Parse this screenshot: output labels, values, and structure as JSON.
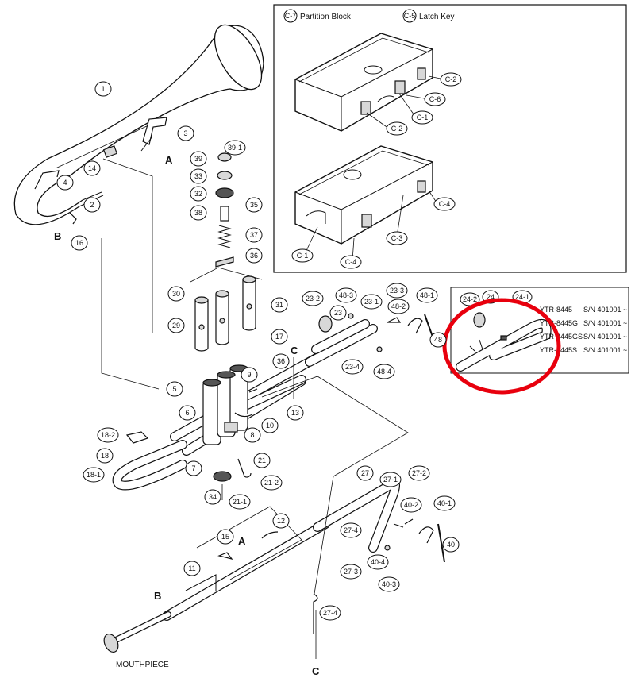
{
  "inset_case": {
    "header_left": "Partition Block",
    "header_left_code": "C-7",
    "header_right": "Latch Key",
    "header_right_code": "C-5",
    "labels": [
      "C-2",
      "C-6",
      "C-1",
      "C-2",
      "C-4",
      "C-3",
      "C-1",
      "C-4"
    ]
  },
  "inset_models": {
    "labels": [
      "24-2",
      "24",
      "24-1"
    ],
    "rows": [
      {
        "model": "YTR-8445",
        "serial": "S/N 401001 ~"
      },
      {
        "model": "YTR-8445G",
        "serial": "S/N 401001 ~"
      },
      {
        "model": "YTR-8445GS",
        "serial": "S/N 401001 ~"
      },
      {
        "model": "YTR-8445S",
        "serial": "S/N 401001 ~"
      }
    ]
  },
  "part_labels": {
    "p1": "1",
    "p2": "2",
    "p3": "3",
    "p4": "4",
    "p5": "5",
    "p6": "6",
    "p7": "7",
    "p8": "8",
    "p9": "9",
    "p10": "10",
    "p11": "11",
    "p12": "12",
    "p13": "13",
    "p14": "14",
    "p15": "15",
    "p16": "16",
    "p17": "17",
    "p18": "18",
    "p18_1": "18-1",
    "p18_2": "18-2",
    "p21": "21",
    "p21_1": "21-1",
    "p21_2": "21-2",
    "p23": "23",
    "p23_1": "23-1",
    "p23_2": "23-2",
    "p23_3": "23-3",
    "p23_4": "23-4",
    "p27": "27",
    "p27_1": "27-1",
    "p27_2": "27-2",
    "p27_3": "27-3",
    "p27_4": "27-4",
    "p27_4b": "27-4",
    "p29": "29",
    "p30": "30",
    "p31": "31",
    "p32": "32",
    "p33": "33",
    "p34": "34",
    "p35": "35",
    "p36": "36",
    "p36b": "36",
    "p37": "37",
    "p38": "38",
    "p39": "39",
    "p39_1": "39-1",
    "p40": "40",
    "p40_1": "40-1",
    "p40_2": "40-2",
    "p40_3": "40-3",
    "p40_4": "40-4",
    "p48": "48",
    "p48_1": "48-1",
    "p48_2": "48-2",
    "p48_3": "48-3",
    "p48_4": "48-4"
  },
  "connectors": {
    "a1": "A",
    "a2": "A",
    "b1": "B",
    "b2": "B",
    "c1": "C",
    "c2": "C"
  },
  "mouthpiece_label": "MOUTHPIECE",
  "highlight_color": "#e8000d"
}
